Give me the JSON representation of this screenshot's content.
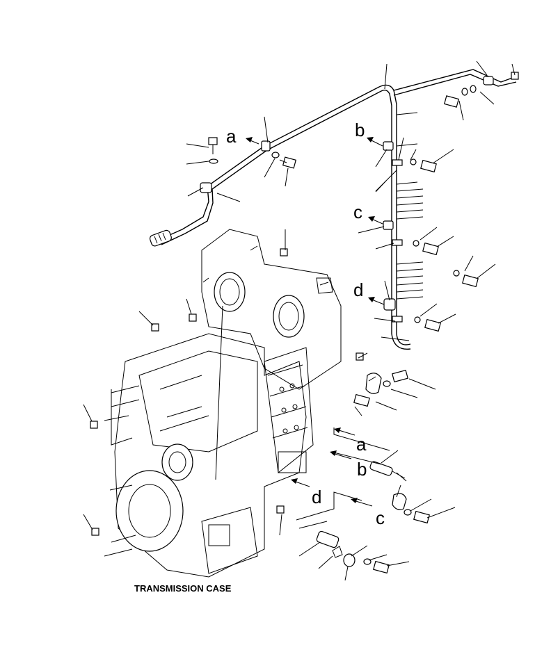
{
  "caption": "TRANSMISSION CASE",
  "view_labels": {
    "a": "a",
    "b": "b",
    "c": "c",
    "d": "d"
  },
  "colors": {
    "ink": "#000000",
    "background": "#ffffff"
  }
}
